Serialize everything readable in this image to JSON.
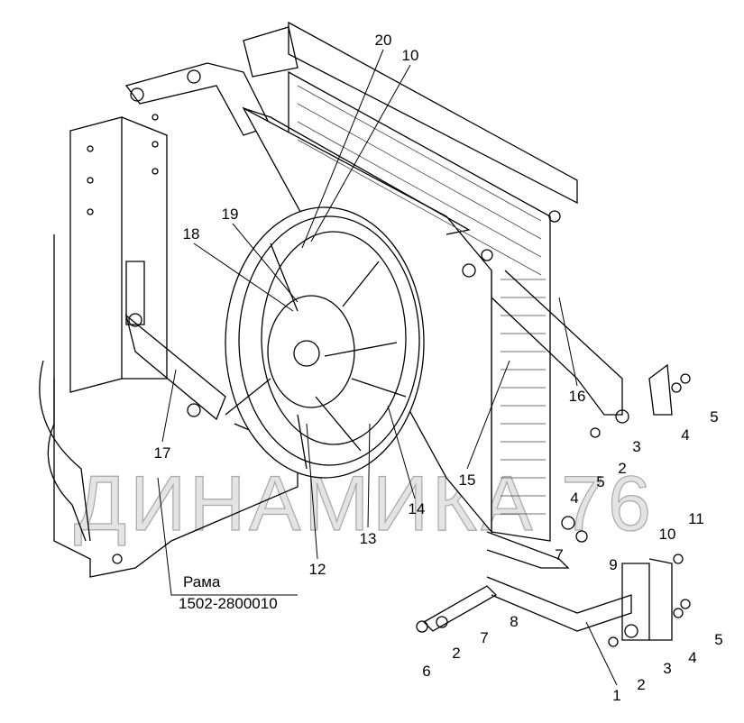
{
  "title": "Radiator and fan assembly mounting",
  "callouts": [
    "20",
    "10",
    "19",
    "18",
    "17",
    "12",
    "13",
    "14",
    "15",
    "16",
    "3",
    "2",
    "4",
    "5",
    "4",
    "5",
    "7",
    "10",
    "11",
    "9",
    "8",
    "7",
    "2",
    "6",
    "1",
    "2",
    "3",
    "4",
    "5"
  ],
  "frame": {
    "name": "Рама",
    "part_number": "1502-2800010"
  },
  "watermark": "ДИНАМИКА 76"
}
